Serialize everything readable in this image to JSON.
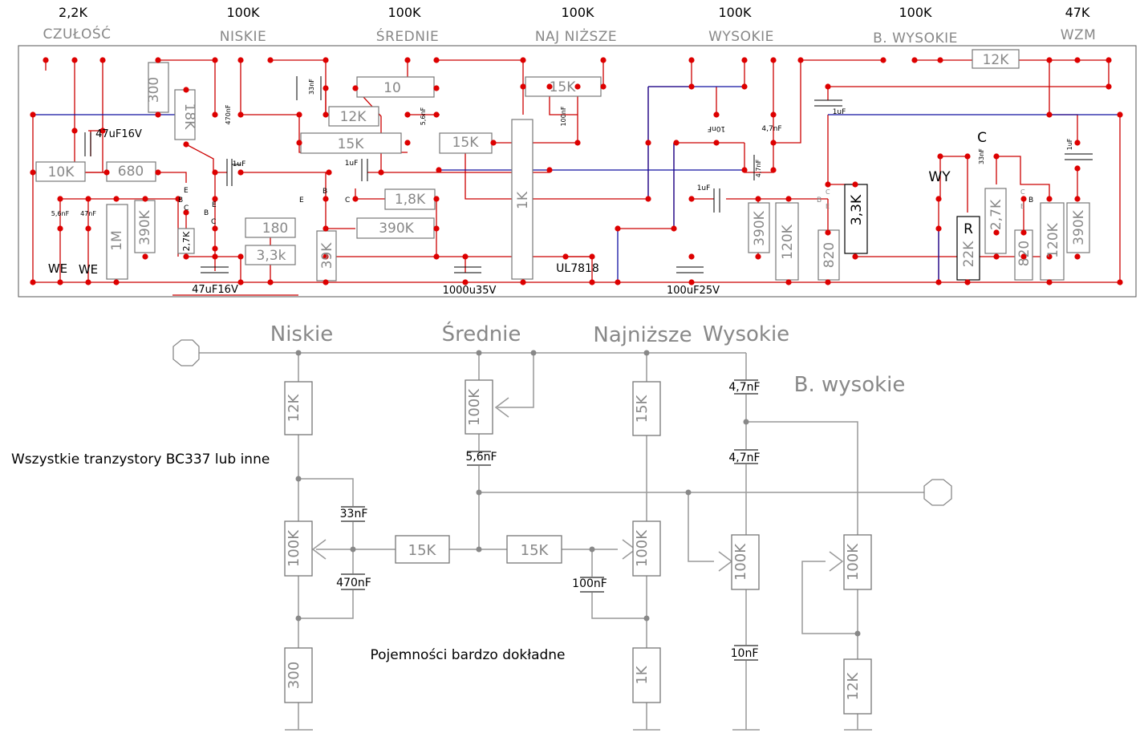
{
  "pots": [
    {
      "value": "2,2K",
      "name": "CZUŁOŚĆ"
    },
    {
      "value": "100K",
      "name": "NISKIE"
    },
    {
      "value": "100K",
      "name": "ŚREDNIE"
    },
    {
      "value": "100K",
      "name": "NAJ NIŻSZE"
    },
    {
      "value": "100K",
      "name": "WYSOKIE"
    },
    {
      "value": "100K",
      "name": "B. WYSOKIE"
    },
    {
      "value": "47K",
      "name": "WZM"
    }
  ],
  "board": {
    "resistors": {
      "r300": "300",
      "r18k": "18K",
      "r10k": "10K",
      "r680": "680",
      "r1m": "1M",
      "r390k_a": "390K",
      "r2_7k_a": "2,7K",
      "r180": "180",
      "r3_3k_a": "3,3k",
      "r39k": "39K",
      "r10": "10",
      "r12k_a": "12K",
      "r15k_a": "15K",
      "r15k_b": "15K",
      "r1_8k": "1,8K",
      "r390k_b": "390K",
      "r15k_c": "15K",
      "r1k": "1K",
      "r390k_c": "390K",
      "r120k_a": "120K",
      "r820_a": "820",
      "r3_3k_b": "3,3K",
      "r22k": "22K",
      "r2_7k_b": "2,7K",
      "r820_b": "820",
      "r120k_b": "120K",
      "r390k_d": "390K",
      "r12k_b": "12K",
      "r_mark": "R"
    },
    "caps": {
      "c47uf_a": "47uF16V",
      "c5_6nf": "5,6nF",
      "c47nf": "47nF",
      "c470nf": "470nF",
      "c33nf_a": "33nF",
      "c1uf_a": "1uF",
      "c1uf_b": "1uF",
      "c5_6nf_b": "5,6nF",
      "c100nf": "100nF",
      "c10nf": "10nF",
      "c4_7nf_a": "4,7nF",
      "c4_7nf_b": "4,7nF",
      "c1uf_c": "1uF",
      "c1uf_d": "1uF",
      "c33nf_b": "33nF",
      "c1uf_e": "1uF",
      "c47uf_b": "47uF16V",
      "c1000u": "1000u35V",
      "c100uf": "100uF25V"
    },
    "misc": {
      "reg": "UL7818",
      "we1": "WE",
      "we2": "WE",
      "wy": "WY",
      "c_big": "C",
      "b": "B",
      "e": "E",
      "c": "C"
    }
  },
  "schematic": {
    "labels": {
      "niskie": "Niskie",
      "srednie": "Średnie",
      "najnizsze": "Najniższe",
      "wysokie": "Wysokie",
      "b_wysokie": "B. wysokie",
      "note1": "Wszystkie tranzystory BC337 lub inne",
      "note2": "Pojemności bardzo dokładne"
    },
    "resistors": {
      "s12k": "12K",
      "s100k_a": "100K",
      "s300": "300",
      "s100k_b": "100K",
      "s15k_a": "15K",
      "s15k_b": "15K",
      "s15k_c": "15K",
      "s100k_c": "100K",
      "s1k": "1K",
      "s100k_d": "100K",
      "s100k_e": "100K",
      "s12k_b": "12K"
    },
    "caps": {
      "s33nf": "33nF",
      "s470nf": "470nF",
      "s5_6nf": "5,6nF",
      "s100nf": "100nF",
      "s4_7nf_a": "4,7nF",
      "s4_7nf_b": "4,7nF",
      "s10nf": "10nF"
    }
  },
  "colors": {
    "trace": "#cc0000",
    "pad": "#dd0000",
    "bus": "#1010a0",
    "component": "#777777",
    "wire": "#999999"
  }
}
